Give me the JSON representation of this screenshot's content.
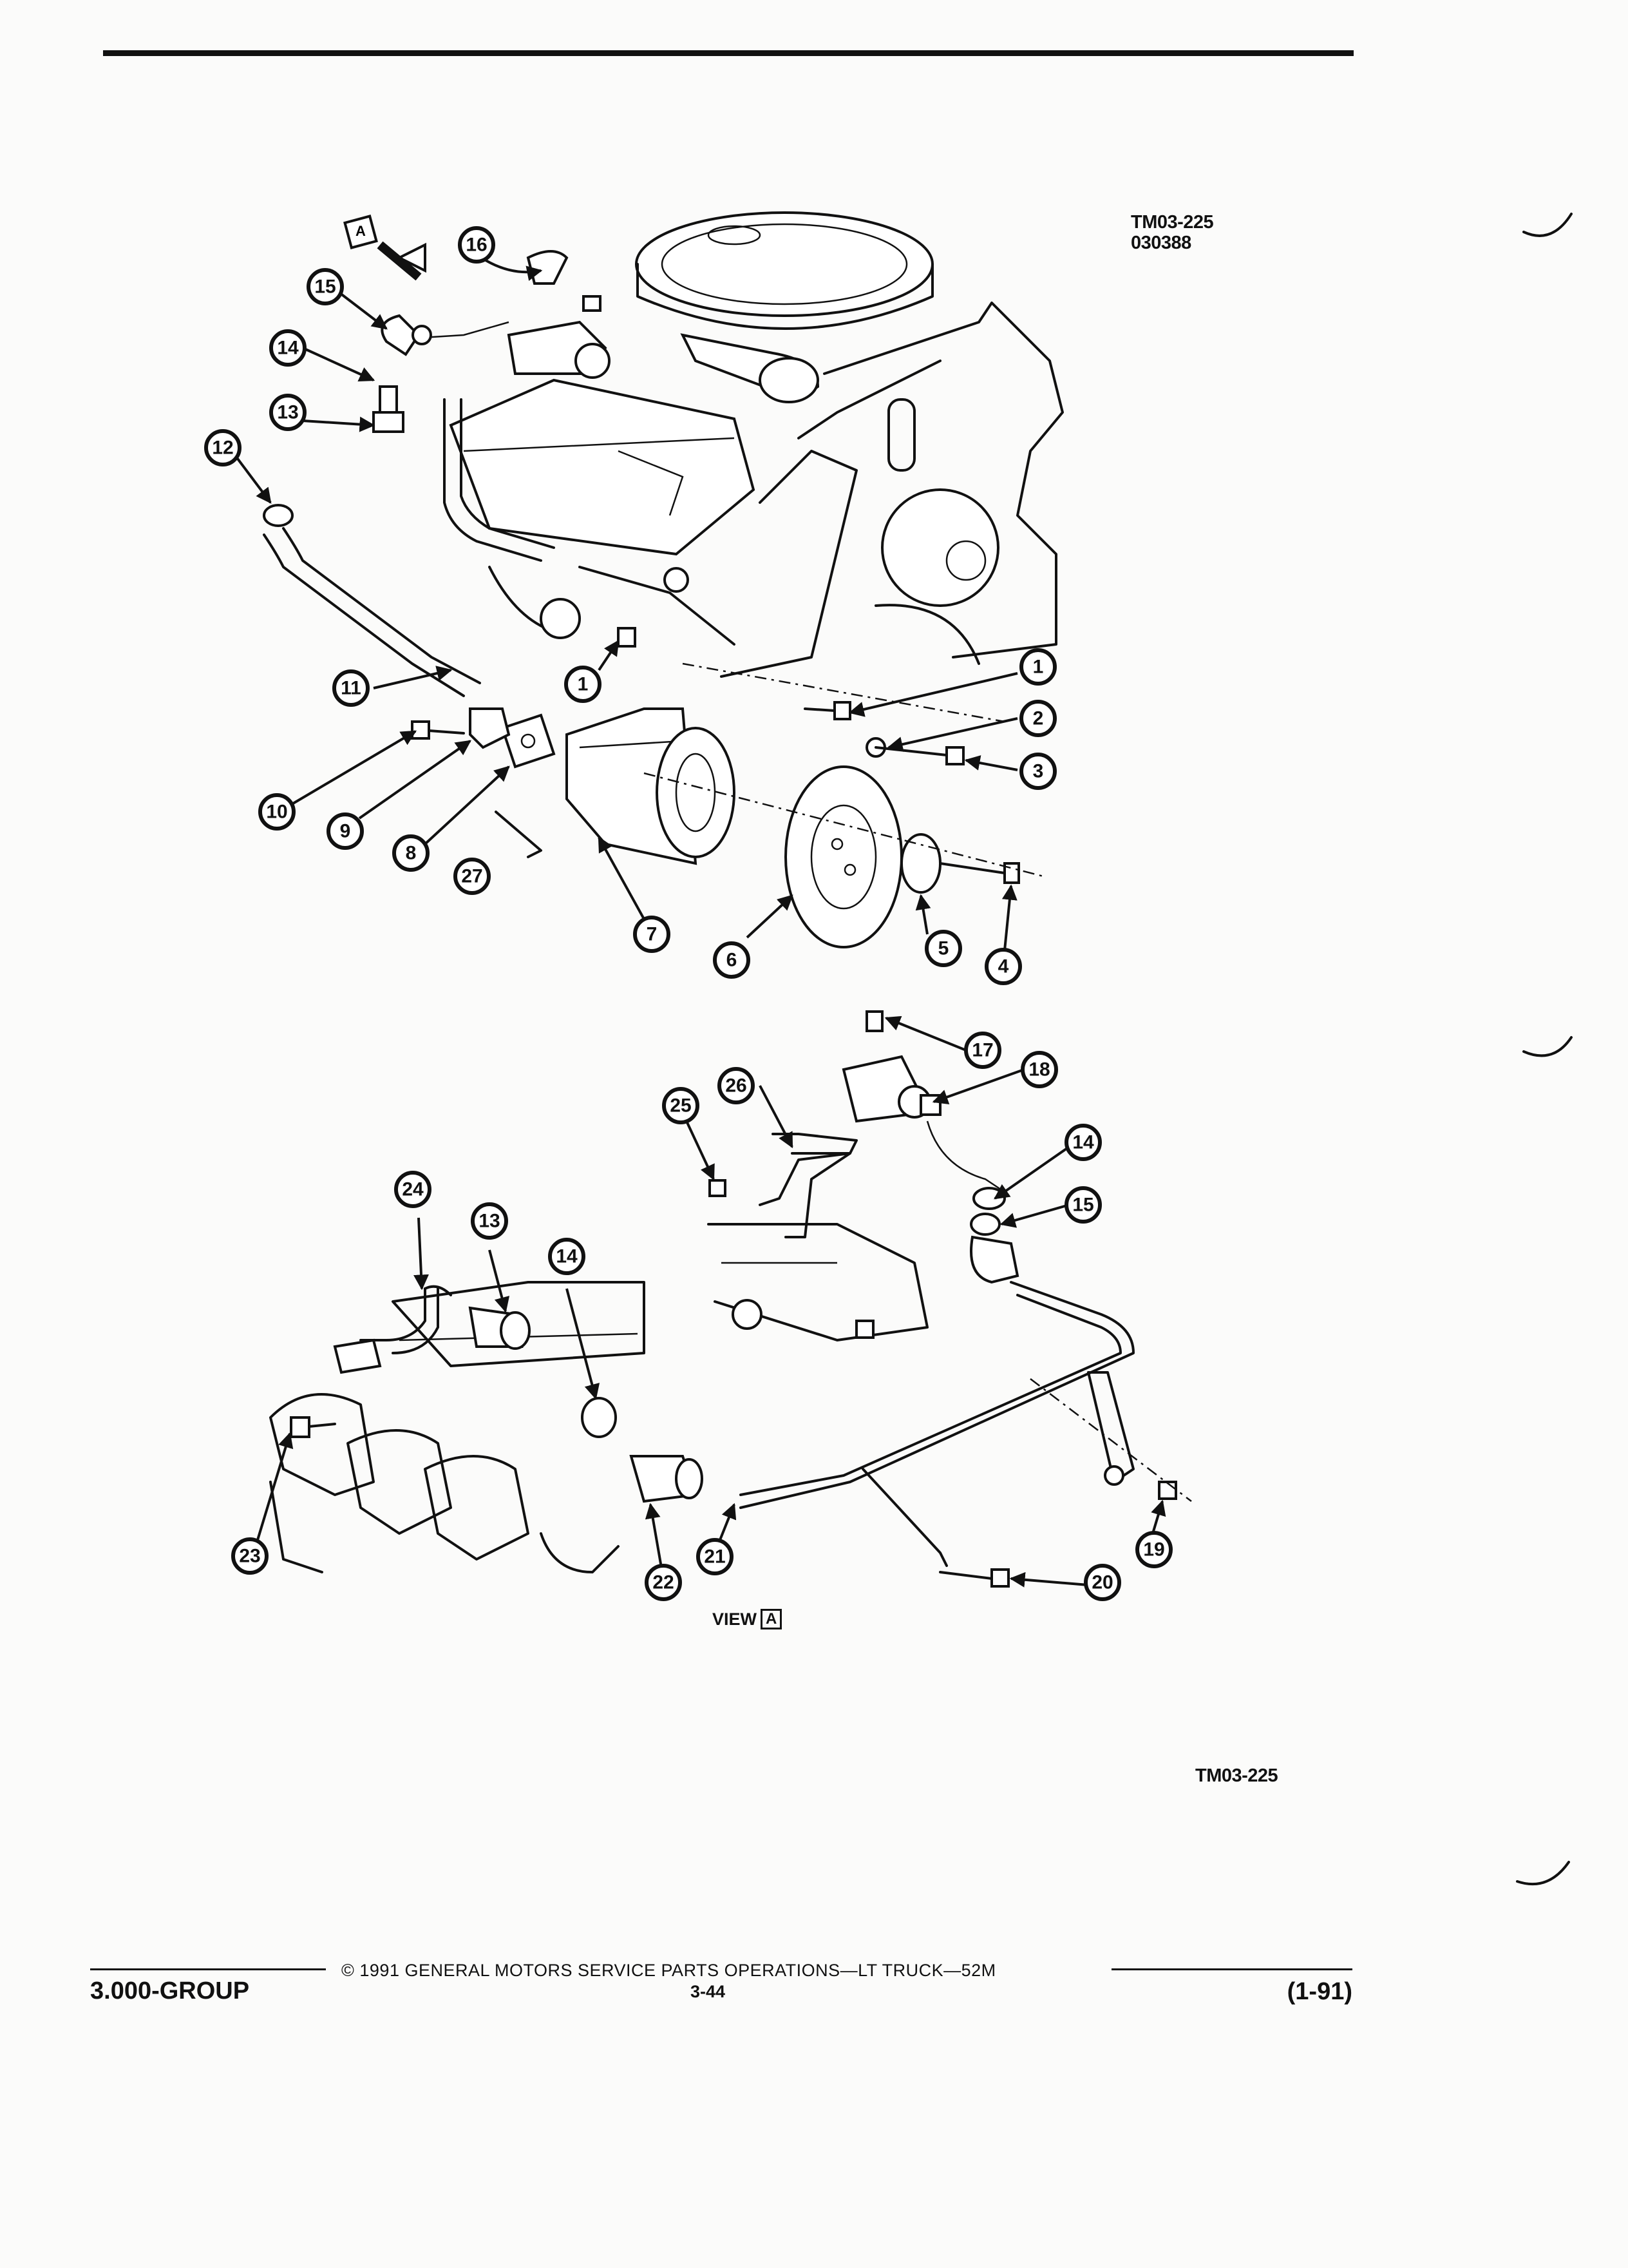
{
  "header": {
    "figure_id": "TM03-225",
    "figure_date": "030388"
  },
  "diagram": {
    "view_word": "VIEW",
    "view_letter": "A",
    "view_marker_letter": "A",
    "figure_id_bottom": "TM03-225",
    "callouts_upper": [
      "16",
      "15",
      "14",
      "13",
      "12",
      "11",
      "10",
      "9",
      "8",
      "27",
      "7",
      "6",
      "5",
      "4",
      "1",
      "1",
      "2",
      "3"
    ],
    "callouts_lower": [
      "17",
      "18",
      "26",
      "25",
      "14",
      "15",
      "24",
      "13",
      "14",
      "23",
      "22",
      "21",
      "20",
      "19"
    ]
  },
  "footer": {
    "copyright": "© 1991 GENERAL MOTORS SERVICE PARTS OPERATIONS—LT TRUCK—52M",
    "group": "3.000-GROUP",
    "page": "3-44",
    "revision": "(1-91)"
  }
}
